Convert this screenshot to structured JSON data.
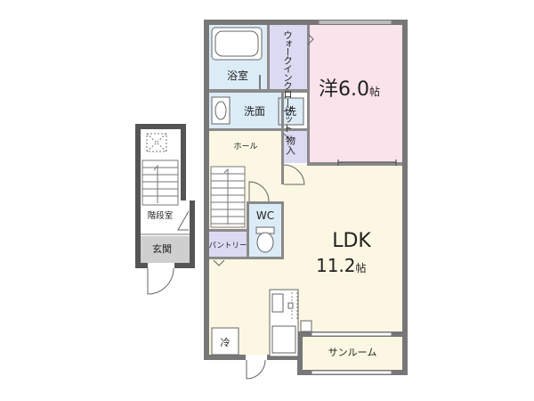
{
  "floor_plan": {
    "rooms": {
      "western_room": {
        "label": "洋",
        "size": "6.0",
        "unit": "帖"
      },
      "ldk": {
        "label": "LDK",
        "size": "11.2",
        "unit": "帖"
      },
      "bath": {
        "label": "浴室"
      },
      "walk_in_closet": {
        "label": "ウォークインクローゼット"
      },
      "washroom": {
        "label": "洗面"
      },
      "washer": {
        "label": "洗"
      },
      "storage": {
        "label": "物入"
      },
      "hall": {
        "label": "ホール"
      },
      "toilet": {
        "label": "WC"
      },
      "pantry": {
        "label": "パントリー"
      },
      "fridge": {
        "label": "冷"
      },
      "sunroom": {
        "label": "サンルーム"
      },
      "stair_room": {
        "label": "階段室"
      },
      "entrance": {
        "label": "玄関"
      }
    },
    "colors": {
      "wall": "#777777",
      "wall_dark": "#555555",
      "western_floor": "#fae3ea",
      "ldk_floor": "#fbf7e3",
      "hall_floor": "#fbf7e3",
      "wet_floor": "#dcecf7",
      "closet_floor": "#dcdaf2",
      "entrance_floor": "#cfcfcf"
    }
  }
}
